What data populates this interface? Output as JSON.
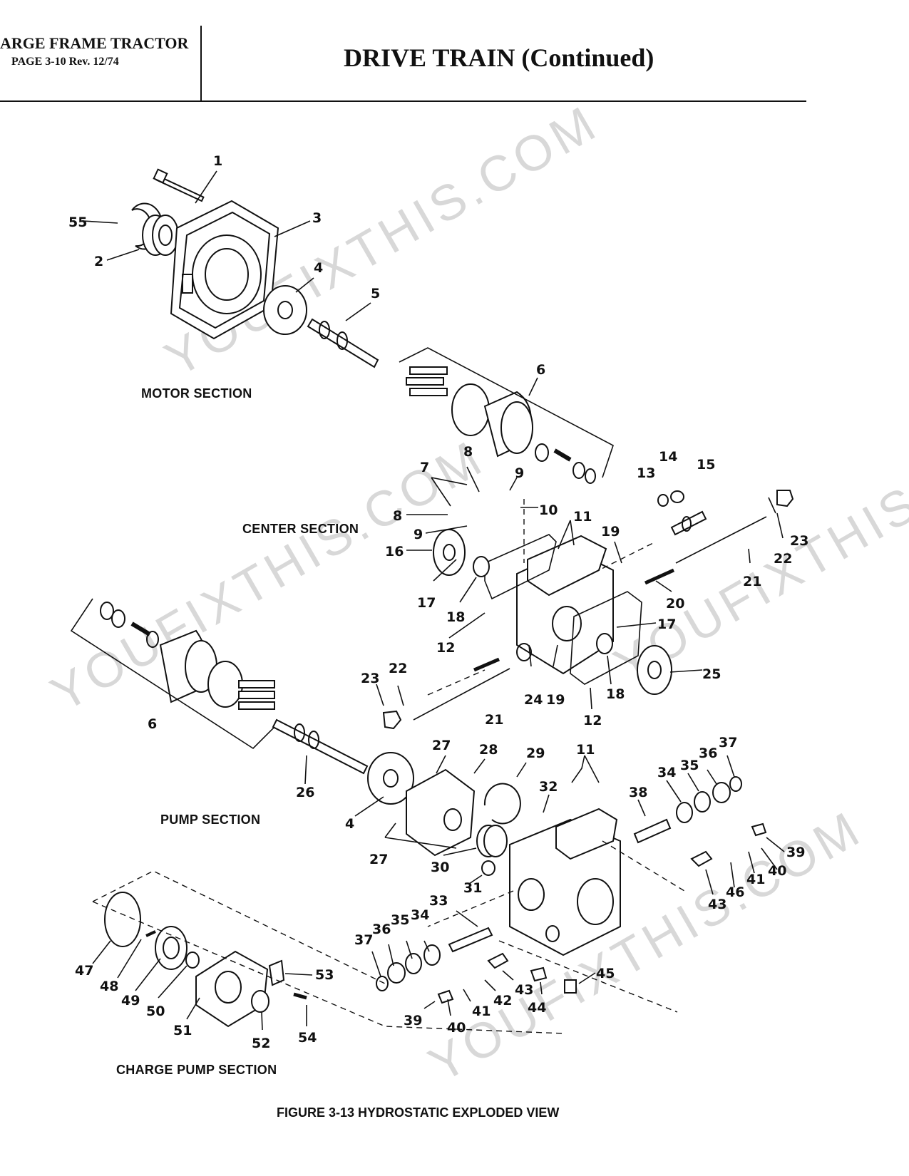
{
  "header": {
    "doc_line1": "ARGE FRAME TRACTOR",
    "doc_line2": "PAGE 3-10 Rev. 12/74",
    "title": "DRIVE TRAIN (Continued)"
  },
  "sections": {
    "motor": "MOTOR SECTION",
    "center": "CENTER SECTION",
    "pump": "PUMP SECTION",
    "charge_pump": "CHARGE PUMP SECTION"
  },
  "caption": "FIGURE 3-13   HYDROSTATIC EXPLODED VIEW",
  "watermarks": [
    "YOUFIXTHIS.COM",
    "YOUFIXTHIS.COM",
    "YOUFIXTHIS.COM",
    "YOUFIXTHIS.COM"
  ],
  "callouts": [
    "1",
    "2",
    "3",
    "4",
    "5",
    "55",
    "6",
    "7",
    "8",
    "9",
    "10",
    "8",
    "9",
    "11",
    "13",
    "14",
    "15",
    "16",
    "17",
    "18",
    "19",
    "20",
    "21",
    "22",
    "23",
    "12",
    "17",
    "18",
    "12",
    "19",
    "24",
    "25",
    "21",
    "22",
    "23",
    "6",
    "26",
    "4",
    "27",
    "27",
    "28",
    "29",
    "30",
    "31",
    "32",
    "11",
    "38",
    "34",
    "35",
    "36",
    "37",
    "39",
    "40",
    "41",
    "46",
    "43",
    "33",
    "34",
    "35",
    "36",
    "37",
    "43",
    "42",
    "41",
    "40",
    "39",
    "44",
    "45",
    "47",
    "48",
    "49",
    "50",
    "51",
    "52",
    "53",
    "54"
  ]
}
